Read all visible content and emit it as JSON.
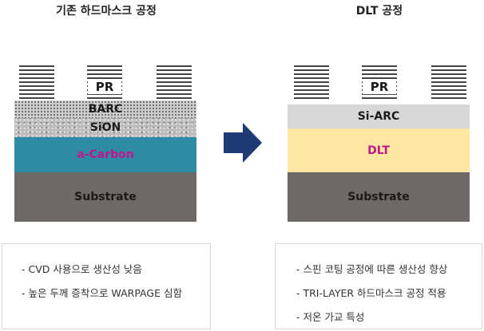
{
  "left": {
    "title": "기존 하드마스크 공정",
    "labels": {
      "pr": "PR",
      "barc": "BARC",
      "sion": "SiON",
      "acarbon": "a-Carbon",
      "substrate": "Substrate"
    },
    "bullets": [
      "- CVD 사용으로 생산성 낮음",
      "- 높은 두께 증착으로 WARPAGE 심함"
    ]
  },
  "right": {
    "title": "DLT 공정",
    "labels": {
      "pr": "PR",
      "siarc": "Si-ARC",
      "dlt": "DLT",
      "substrate": "Substrate"
    },
    "bullets": [
      "- 스핀 코팅 공정에 따른 생산성 향상",
      "- TRI-LAYER 하드마스크 공정 적용",
      "- 저온 가교 특성"
    ]
  },
  "colors": {
    "substrate": "#6e6867",
    "acarbon": "#2e8ba3",
    "acarbon_text": "#c0168e",
    "dlt": "#fbe7a0",
    "dlt_text": "#c0168e",
    "siarc": "#d7d7d7",
    "arrow": "#1f3b73"
  },
  "arrow_icon": "right-arrow-icon"
}
